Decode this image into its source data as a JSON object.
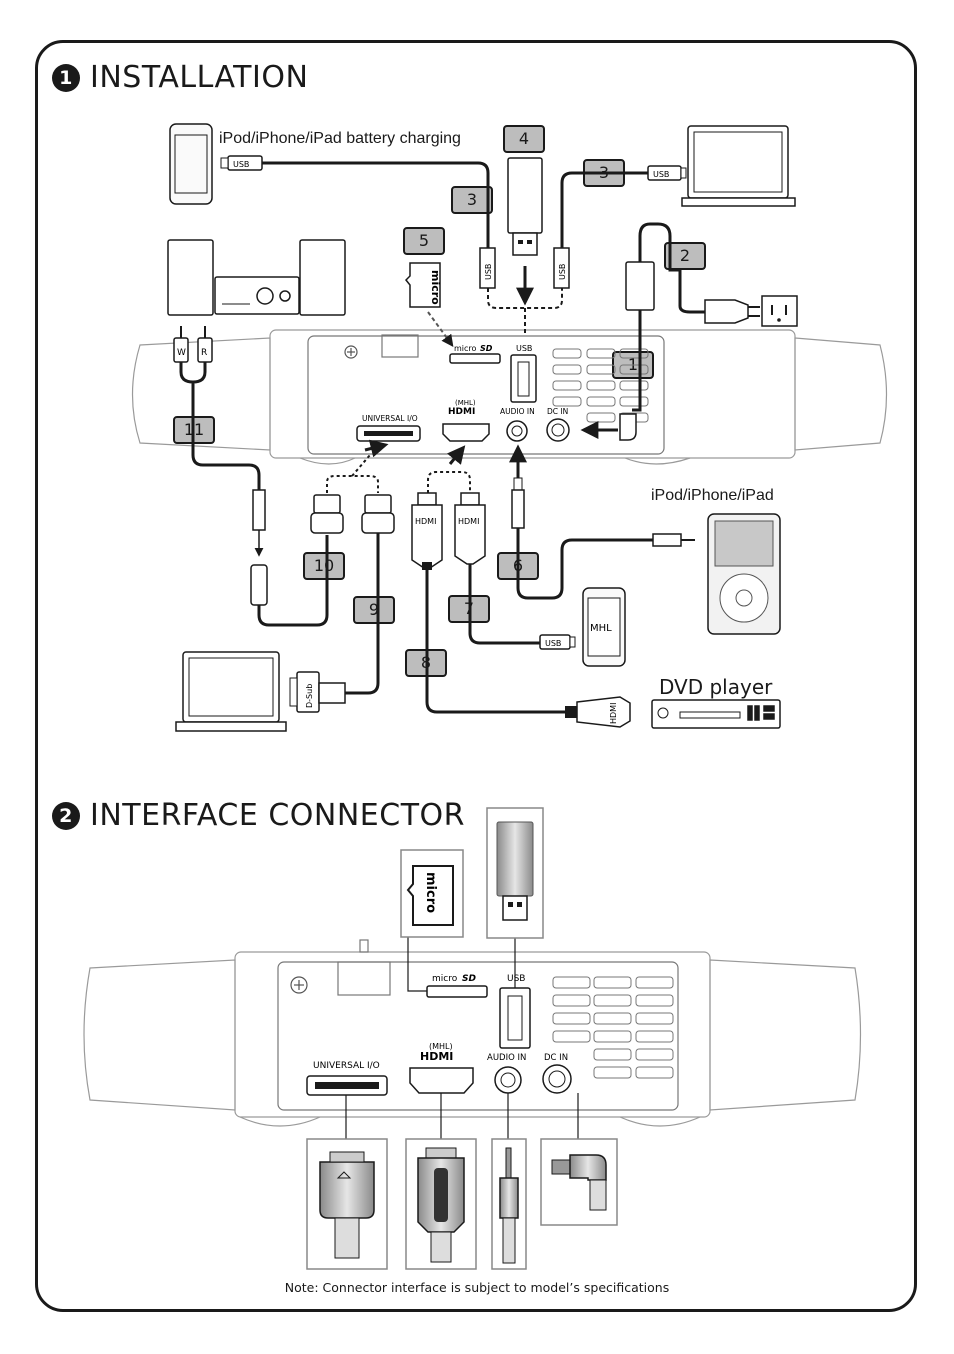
{
  "sections": {
    "installation": {
      "number": "1",
      "title": "INSTALLATION"
    },
    "interface": {
      "number": "2",
      "title": "INTERFACE CONNECTOR"
    }
  },
  "labels": {
    "charging": "iPod/iPhone/iPad battery charging",
    "ipod": "iPod/iPhone/iPad",
    "dvd": "DVD player",
    "note": "Note: Connector interface is subject to model’s specifications"
  },
  "ports": {
    "microsd": "micro",
    "microsd_logo": "SD",
    "usb": "USB",
    "mhl": "(MHL)",
    "hdmi": "HDMI",
    "audio_in": "AUDIO IN",
    "dc_in": "DC IN",
    "universal_io": "UNIVERSAL I/O"
  },
  "cable_labels": {
    "usb": "USB",
    "hdmi": "HDMI",
    "mhl": "MHL",
    "dsub": "D-Sub",
    "white": "W",
    "red": "R"
  },
  "badges": [
    "1",
    "2",
    "3",
    "3",
    "4",
    "5",
    "6",
    "7",
    "8",
    "9",
    "10",
    "11"
  ]
}
